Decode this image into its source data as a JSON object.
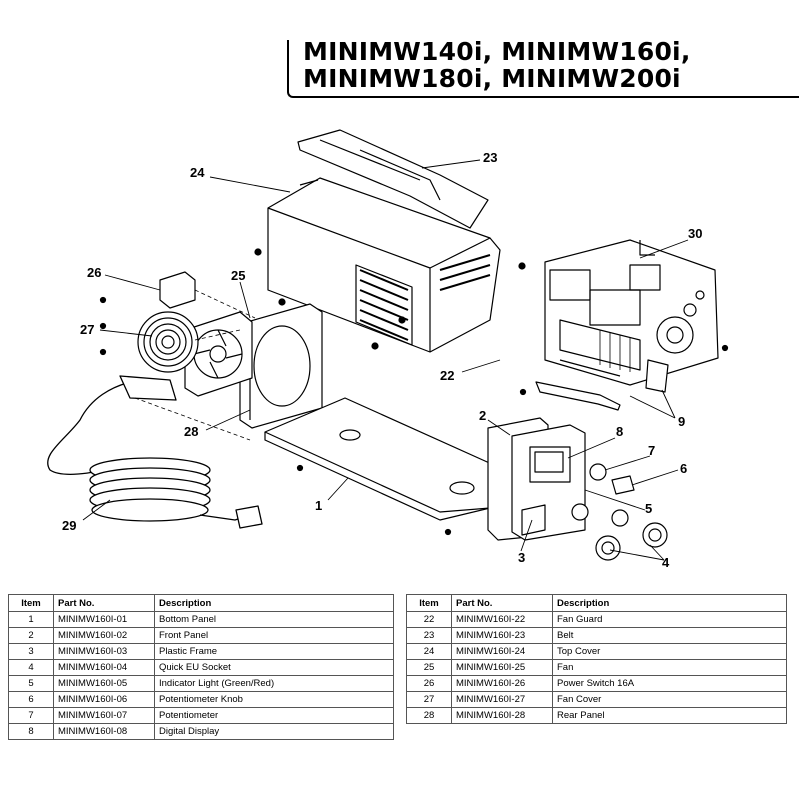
{
  "header": {
    "line1": "MINIMW140i, MINIMW160i,",
    "line2": "MINIMW180i, MINIMW200i"
  },
  "callouts": [
    "24",
    "23",
    "26",
    "25",
    "30",
    "27",
    "22",
    "28",
    "9",
    "2",
    "8",
    "7",
    "6",
    "1",
    "5",
    "29",
    "3",
    "4"
  ],
  "table_headers": {
    "item": "Item",
    "part_no": "Part No.",
    "description": "Description"
  },
  "parts_left": [
    {
      "item": "1",
      "part_no": "MINIMW160I-01",
      "description": "Bottom Panel"
    },
    {
      "item": "2",
      "part_no": "MINIMW160I-02",
      "description": "Front Panel"
    },
    {
      "item": "3",
      "part_no": "MINIMW160I-03",
      "description": "Plastic Frame"
    },
    {
      "item": "4",
      "part_no": "MINIMW160I-04",
      "description": "Quick EU Socket"
    },
    {
      "item": "5",
      "part_no": "MINIMW160I-05",
      "description": "Indicator Light (Green/Red)"
    },
    {
      "item": "6",
      "part_no": "MINIMW160I-06",
      "description": "Potentiometer Knob"
    },
    {
      "item": "7",
      "part_no": "MINIMW160I-07",
      "description": "Potentiometer"
    },
    {
      "item": "8",
      "part_no": "MINIMW160I-08",
      "description": "Digital Display"
    }
  ],
  "parts_right": [
    {
      "item": "22",
      "part_no": "MINIMW160I-22",
      "description": "Fan Guard"
    },
    {
      "item": "23",
      "part_no": "MINIMW160I-23",
      "description": "Belt"
    },
    {
      "item": "24",
      "part_no": "MINIMW160I-24",
      "description": "Top Cover"
    },
    {
      "item": "25",
      "part_no": "MINIMW160I-25",
      "description": "Fan"
    },
    {
      "item": "26",
      "part_no": "MINIMW160I-26",
      "description": "Power Switch 16A"
    },
    {
      "item": "27",
      "part_no": "MINIMW160I-27",
      "description": "Fan Cover"
    },
    {
      "item": "28",
      "part_no": "MINIMW160I-28",
      "description": "Rear Panel"
    }
  ]
}
